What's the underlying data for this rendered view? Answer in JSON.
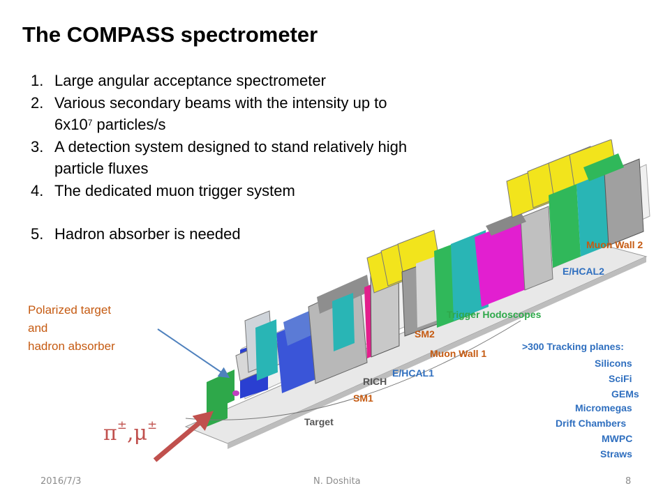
{
  "slide": {
    "title": "The COMPASS spectrometer",
    "list_items": [
      {
        "num": "1.",
        "text": "Large angular acceptance spectrometer"
      },
      {
        "num": "2.",
        "text_before": "Various secondary beams with the intensity up to 6x10",
        "superscript": "7",
        "text_after": " particles/s"
      },
      {
        "num": "3.",
        "text": "A detection system designed to stand relatively high particle fluxes"
      },
      {
        "num": "4.",
        "text": "The dedicated muon trigger system"
      },
      {
        "num": "5.",
        "text": "Hadron absorber is needed"
      }
    ],
    "callout_lines": [
      "Polarized target",
      "and",
      "hadron absorber"
    ],
    "beam_label": {
      "text": "π",
      "sup1": "±",
      "sep": ",μ",
      "sup2": "±"
    },
    "colors": {
      "callout": "#c55a11",
      "beam_arrow": "#c0504d",
      "pointer_arrow": "#4f81bd",
      "label_text": "#2f6fbf",
      "label_orange": "#c55a11"
    }
  },
  "detector_labels": {
    "muon_wall_2": "Muon Wall 2",
    "ehcal2": "E/HCAL2",
    "trigger_hodoscopes": "Trigger Hodoscopes",
    "sm2": "SM2",
    "muon_wall_1": "Muon Wall 1",
    "ehcal1": "E/HCAL1",
    "rich": "RICH",
    "sm1": "SM1",
    "target": "Target",
    "tracking_title": ">300 Tracking planes:",
    "tracking_items": [
      "Silicons",
      "SciFi",
      "GEMs",
      "Micromegas",
      "Drift Chambers",
      "MWPC",
      "Straws"
    ]
  },
  "footer": {
    "date": "2016/7/3",
    "author": "N. Doshita",
    "page": "8"
  }
}
